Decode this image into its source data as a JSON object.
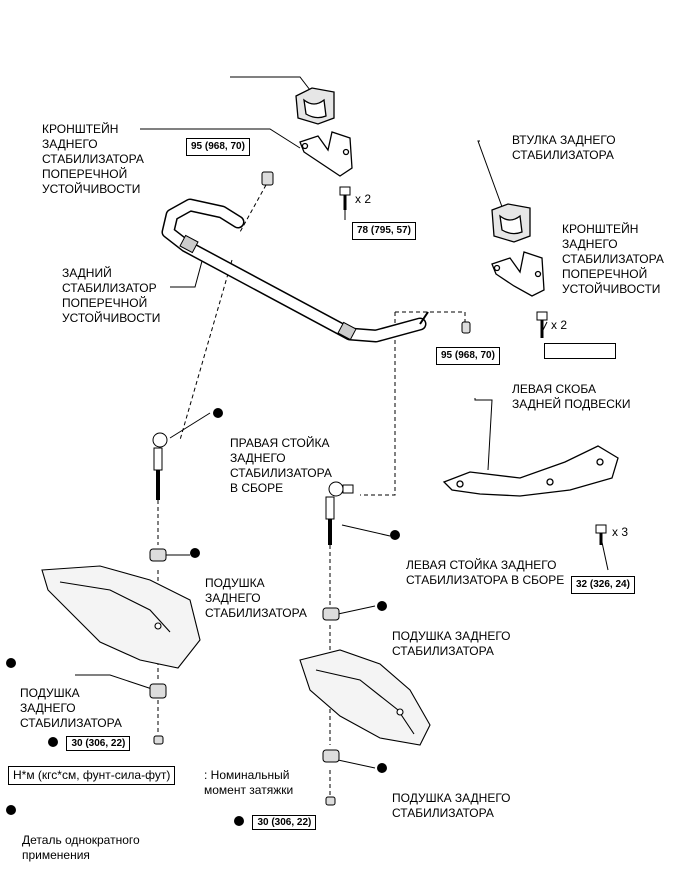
{
  "labels": {
    "bracket_left": "КРОНШТЕЙН\nЗАДНЕГО\nСТАБИЛИЗАТОРА\nПОПЕРЕЧНОЙ\nУСТОЙЧИВОСТИ",
    "bushing_right": "ВТУЛКА ЗАДНЕГО\nСТАБИЛИЗАТОРА",
    "bracket_right": "КРОНШТЕЙН\nЗАДНЕГО\nСТАБИЛИЗАТОРА\nПОПЕРЕЧНОЙ\nУСТОЙЧИВОСТИ",
    "stabilizer_bar": "ЗАДНИЙ\nСТАБИЛИЗАТОР\nПОПЕРЕЧНОЙ\nУСТОЙЧИВОСТИ",
    "right_link": "ПРАВАЯ СТОЙКА\nЗАДНЕГО\nСТАБИЛИЗАТОРА\nВ СБОРЕ",
    "left_bracket": "ЛЕВАЯ СКОБА\nЗАДНЕЙ ПОДВЕСКИ",
    "left_link": "ЛЕВАЯ СТОЙКА ЗАДНЕГО\nСТАБИЛИЗАТОРА В СБОРЕ",
    "cushion_1": "ПОДУШКА\nЗАДНЕГО\nСТАБИЛИЗАТОРА",
    "cushion_2": "ПОДУШКА ЗАДНЕГО\nСТАБИЛИЗАТОРА",
    "cushion_3": "ПОДУШКА\nЗАДНЕГО\nСТАБИЛИЗАТОРА",
    "cushion_4": "ПОДУШКА ЗАДНЕГО\nСТАБИЛИЗАТОРА"
  },
  "torques": {
    "t95_left": "95 (968, 70)",
    "t78": "78 (795, 57)",
    "t95_right": "95 (968, 70)",
    "t_blank": "",
    "t32": "32 (326, 24)",
    "t30_left": "30 (306, 22)",
    "t30_right": "30 (306, 22)"
  },
  "multipliers": {
    "x2_left": "x 2",
    "x2_right": "x 2",
    "x3": "x 3"
  },
  "legend": {
    "torque_unit": "Н*м (кгс*см, фунт-сила-фут)",
    "torque_desc": ": Номинальный\nмомент затяжки",
    "single_use": "Деталь однократного\nприменения"
  },
  "colors": {
    "ink": "#000000",
    "paper": "#ffffff",
    "shade": "#d8d8d8"
  }
}
